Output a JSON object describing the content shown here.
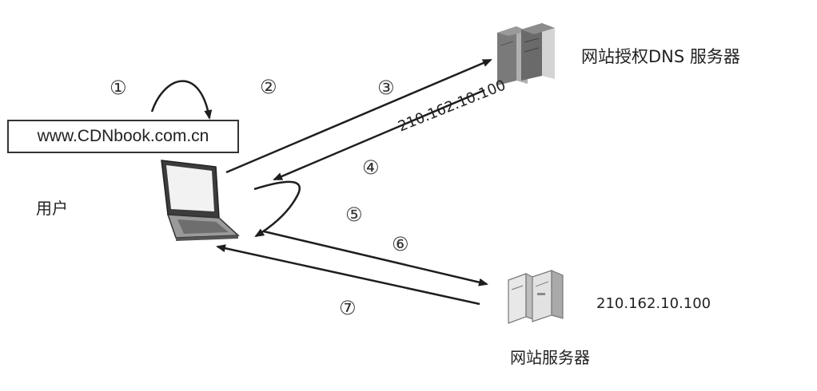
{
  "url": "www.CDNbook.com.cn",
  "user_label": "用户",
  "dns_server_label": "网站授权DNS 服务器",
  "web_server_label": "网站服务器",
  "dns_answer_ip": "210.162.10.100",
  "web_server_ip": "210.162.10.100",
  "steps": [
    "①",
    "②",
    "③",
    "④",
    "⑤",
    "⑥",
    "⑦"
  ],
  "colors": {
    "line": "#1e1e1e",
    "server_dark": "#6a6a6a",
    "server_light": "#d8d8d8"
  }
}
